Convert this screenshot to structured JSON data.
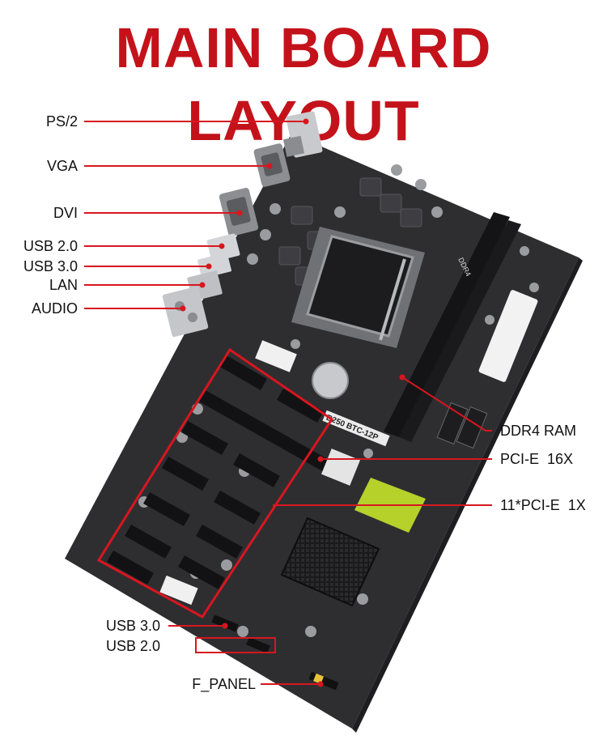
{
  "title": "MAIN BOARD LAYOUT",
  "labels": {
    "ps2": "PS/2",
    "vga": "VGA",
    "dvi": "DVI",
    "usb20_rear": "USB 2.0",
    "usb30_rear": "USB 3.0",
    "lan": "LAN",
    "audio": "AUDIO",
    "ddr4": "DDR4 RAM",
    "pcie16": "PCI-E  16X",
    "pcie1": "11*PCI-E  1X",
    "usb30_header": "USB 3.0",
    "usb20_header": "USB 2.0",
    "fpanel": "F_PANEL"
  },
  "board_print": {
    "model": "B250 BTC-12P",
    "ddr_mark": "DDR4"
  },
  "colors": {
    "title_red": "#c4121b",
    "callout_red": "#d8161f",
    "pcb": "#2e2e31",
    "slot": "#141416"
  }
}
